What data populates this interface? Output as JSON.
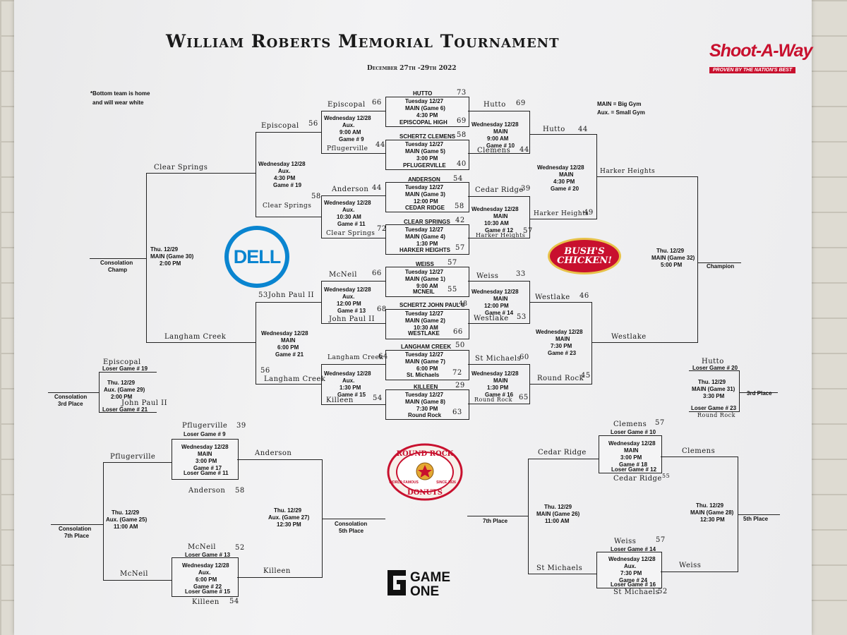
{
  "poster": {
    "title": "William Roberts Memorial Tournament",
    "dates": "December 27th -29th 2022",
    "note_line1": "*Bottom team is home",
    "note_line2": "and will wear white",
    "legend_main": "MAIN = Big Gym",
    "legend_aux": "Aux. = Small Gym"
  },
  "logos": {
    "sponsor1": "DELL",
    "sponsor2_line1": "BUSH'S",
    "sponsor2_line2": "CHICKEN!",
    "sponsor3": "Shoot-A-Way",
    "sponsor3_tag": "PROVEN BY THE NATION'S BEST",
    "sponsor4_top": "ROUND ROCK",
    "sponsor4_bottom": "DONUTS",
    "sponsor4_left": "WORLD FAMOUS",
    "sponsor4_right": "SINCE 1926",
    "sponsor5_line1": "GAME",
    "sponsor5_line2": "ONE",
    "colors": {
      "dell": "#0a85d0",
      "red": "#c8102e"
    }
  },
  "r1": {
    "g6": {
      "top": "HUTTO",
      "top_score": "73",
      "l1": "Tuesday 12/27",
      "l2": "MAIN (Game 6)",
      "l3": "4:30 PM",
      "bottom": "EPISCOPAL HIGH",
      "bottom_score": "69"
    },
    "g5": {
      "top": "SCHERTZ CLEMENS",
      "top_score": "58",
      "l1": "Tuesday 12/27",
      "l2": "MAIN (Game 5)",
      "l3": "3:00 PM",
      "bottom": "PFLUGERVILLE",
      "bottom_score": "40"
    },
    "g3": {
      "top": "ANDERSON",
      "top_score": "54",
      "l1": "Tuesday 12/27",
      "l2": "MAIN (Game 3)",
      "l3": "12:00 PM",
      "bottom": "CEDAR RIDGE",
      "bottom_score": "58"
    },
    "g4": {
      "top": "CLEAR SPRINGS",
      "top_score": "42",
      "l1": "Tuesday 12/27",
      "l2": "MAIN (Game 4)",
      "l3": "1:30 PM",
      "bottom": "HARKER HEIGHTS",
      "bottom_score": "57"
    },
    "g1": {
      "top": "WEISS",
      "top_score": "57",
      "l1": "Tuesday 12/27",
      "l2": "MAIN (Game 1)",
      "l3": "9:00 AM",
      "bottom": "MCNEIL",
      "bottom_score": "55"
    },
    "g2": {
      "top": "SCHERTZ JOHN PAUL II",
      "top_score": "48",
      "l1": "Tuesday 12/27",
      "l2": "MAIN (Game 2)",
      "l3": "10:30 AM",
      "bottom": "WESTLAKE",
      "bottom_score": "66"
    },
    "g7": {
      "top": "LANGHAM CREEK",
      "top_score": "50",
      "l1": "Tuesday 12/27",
      "l2": "MAIN (Game 7)",
      "l3": "6:00 PM",
      "bottom": "St. Michaels",
      "bottom_score": "72"
    },
    "g8": {
      "top": "KILLEEN",
      "top_score": "29",
      "l1": "Tuesday 12/27",
      "l2": "MAIN (Game 8)",
      "l3": "7:30 PM",
      "bottom": "Round Rock",
      "bottom_score": "63"
    }
  },
  "cons_left": {
    "g9": {
      "l1": "Wednesday 12/28",
      "l2": "Aux.",
      "l3": "9:00 AM",
      "l4": "Game # 9",
      "top": "Episcopal",
      "top_score": "66",
      "bottom": "Pflugerville",
      "bottom_score": "44"
    },
    "g11": {
      "l1": "Wednesday 12/28",
      "l2": "Aux.",
      "l3": "10:30 AM",
      "l4": "Game # 11",
      "top": "Anderson",
      "top_score": "44",
      "bottom": "Clear Springs",
      "bottom_score": "72"
    },
    "g13": {
      "l1": "Wednesday 12/28",
      "l2": "Aux.",
      "l3": "12:00 PM",
      "l4": "Game # 13",
      "top": "McNeil",
      "top_score": "66",
      "bottom": "John Paul II",
      "bottom_score": "68"
    },
    "g15": {
      "l1": "Wednesday 12/28",
      "l2": "Aux.",
      "l3": "1:30 PM",
      "l4": "Game # 15",
      "top": "Langham Creek",
      "top_score": "64",
      "bottom": "Killeen",
      "bottom_score": "54"
    }
  },
  "cons_left2": {
    "g19": {
      "l1": "Wednesday 12/28",
      "l2": "Aux.",
      "l3": "4:30 PM",
      "l4": "Game # 19",
      "top": "Episcopal",
      "top_score": "56",
      "bottom": "Clear Springs",
      "bottom_score": "58",
      "winner": "Clear Springs"
    },
    "g21": {
      "l1": "Wednesday 12/28",
      "l2": "MAIN",
      "l3": "6:00 PM",
      "l4": "Game # 21",
      "top": "John Paul II",
      "top_score": "53",
      "bottom": "Langham Creek",
      "bottom_score": "56",
      "winner": "Langham Creek"
    },
    "g30": {
      "l1": "Thu. 12/29",
      "l2": "MAIN (Game 30)",
      "l3": "2:00 PM",
      "label1": "Consolation",
      "label2": "Champ"
    },
    "g29": {
      "top": "Episcopal",
      "top_note": "Loser Game # 19",
      "l1": "Thu. 12/29",
      "l2": "Aux. (Game 29)",
      "l3": "2:00 PM",
      "bottom": "John Paul II",
      "bottom_note": "Loser Game # 21",
      "label1": "Consolation",
      "label2": "3rd Place"
    }
  },
  "champ": {
    "g10": {
      "l1": "Wednesday 12/28",
      "l2": "MAIN",
      "l3": "9:00 AM",
      "l4": "Game # 10",
      "top": "Hutto",
      "top_score": "69",
      "bottom": "Clemens",
      "bottom_score": "44"
    },
    "g12": {
      "l1": "Wednesday 12/28",
      "l2": "MAIN",
      "l3": "10:30 AM",
      "l4": "Game # 12",
      "top": "Cedar Ridge",
      "top_score": "39",
      "bottom": "Harker Heights",
      "bottom_score": "57"
    },
    "g14": {
      "l1": "Wednesday 12/28",
      "l2": "MAIN",
      "l3": "12:00 PM",
      "l4": "Game # 14",
      "top": "Weiss",
      "top_score": "33",
      "bottom": "Westlake",
      "bottom_score": "53"
    },
    "g16": {
      "l1": "Wednesday 12/28",
      "l2": "MAIN",
      "l3": "1:30 PM",
      "l4": "Game # 16",
      "top": "St Michaels",
      "top_score": "60",
      "bottom": "Round Rock",
      "bottom_score": "65"
    },
    "g20": {
      "l1": "Wednesday 12/28",
      "l2": "MAIN",
      "l3": "4:30 PM",
      "l4": "Game # 20",
      "top": "Hutto",
      "top_score": "44",
      "bottom": "Harker Heights",
      "bottom_score": "49",
      "winner": "Harker Heights"
    },
    "g23": {
      "l1": "Wednesday 12/28",
      "l2": "MAIN",
      "l3": "7:30 PM",
      "l4": "Game # 23",
      "top": "Westlake",
      "top_score": "46",
      "bottom": "Round Rock",
      "bottom_score": "45",
      "winner": "Westlake"
    },
    "g32": {
      "l1": "Thu. 12/29",
      "l2": "MAIN (Game 32)",
      "l3": "5:00 PM",
      "label": "Champion"
    },
    "g31": {
      "top": "Hutto",
      "top_note": "Loser Game # 20",
      "l1": "Thu. 12/29",
      "l2": "MAIN (Game 31)",
      "l3": "3:30 PM",
      "bottom_note": "Loser Game # 23",
      "bottom": "Round Rock",
      "label": "3rd Place"
    }
  },
  "lower_left": {
    "g17": {
      "top": "Pflugerville",
      "top_score": "39",
      "top_note": "Loser Game # 9",
      "l1": "Wednesday 12/28",
      "l2": "MAIN",
      "l3": "3:00 PM",
      "l4": "Game # 17",
      "bottom_note": "Loser Game # 11",
      "bottom": "Anderson",
      "bottom_score": "58",
      "winner": "Anderson"
    },
    "g22": {
      "top": "McNeil",
      "top_score": "52",
      "top_note": "Loser Game # 13",
      "l1": "Wednesday 12/28",
      "l2": "Aux.",
      "l3": "6:00 PM",
      "l4": "Game # 22",
      "bottom_note": "Loser Game # 15",
      "bottom": "Killeen",
      "bottom_score": "54",
      "winner": "Killeen"
    },
    "g25": {
      "l1": "Thu. 12/29",
      "l2": "Aux. (Game 25)",
      "l3": "11:00 AM",
      "top": "Pflugerville",
      "bottom": "McNeil",
      "label1": "Consolation",
      "label2": "7th Place"
    },
    "g27": {
      "l1": "Thu. 12/29",
      "l2": "Aux. (Game 27)",
      "l3": "12:30 PM",
      "label1": "Consolation",
      "label2": "5th Place"
    }
  },
  "lower_right": {
    "g18": {
      "top": "Clemens",
      "top_score": "57",
      "top_note": "Loser Game # 10",
      "l1": "Wednesday 12/28",
      "l2": "MAIN",
      "l3": "3:00 PM",
      "l4": "Game # 18",
      "bottom_note": "Loser Game # 12",
      "bottom": "Cedar Ridge",
      "bottom_score": "55",
      "winner": "Clemens"
    },
    "g24": {
      "top": "Weiss",
      "top_score": "57",
      "top_note": "Loser Game # 14",
      "l1": "Wednesday 12/28",
      "l2": "Aux.",
      "l3": "7:30 PM",
      "l4": "Game # 24",
      "bottom_note": "Loser Game # 16",
      "bottom": "St Michaels",
      "bottom_score": "52",
      "winner": "Weiss"
    },
    "g26": {
      "l1": "Thu. 12/29",
      "l2": "MAIN (Game 26)",
      "l3": "11:00 AM",
      "top": "Cedar Ridge",
      "bottom": "St Michaels",
      "label": "7th Place"
    },
    "g28": {
      "l1": "Thu. 12/29",
      "l2": "MAIN (Game 28)",
      "l3": "12:30 PM",
      "label": "5th Place"
    }
  }
}
